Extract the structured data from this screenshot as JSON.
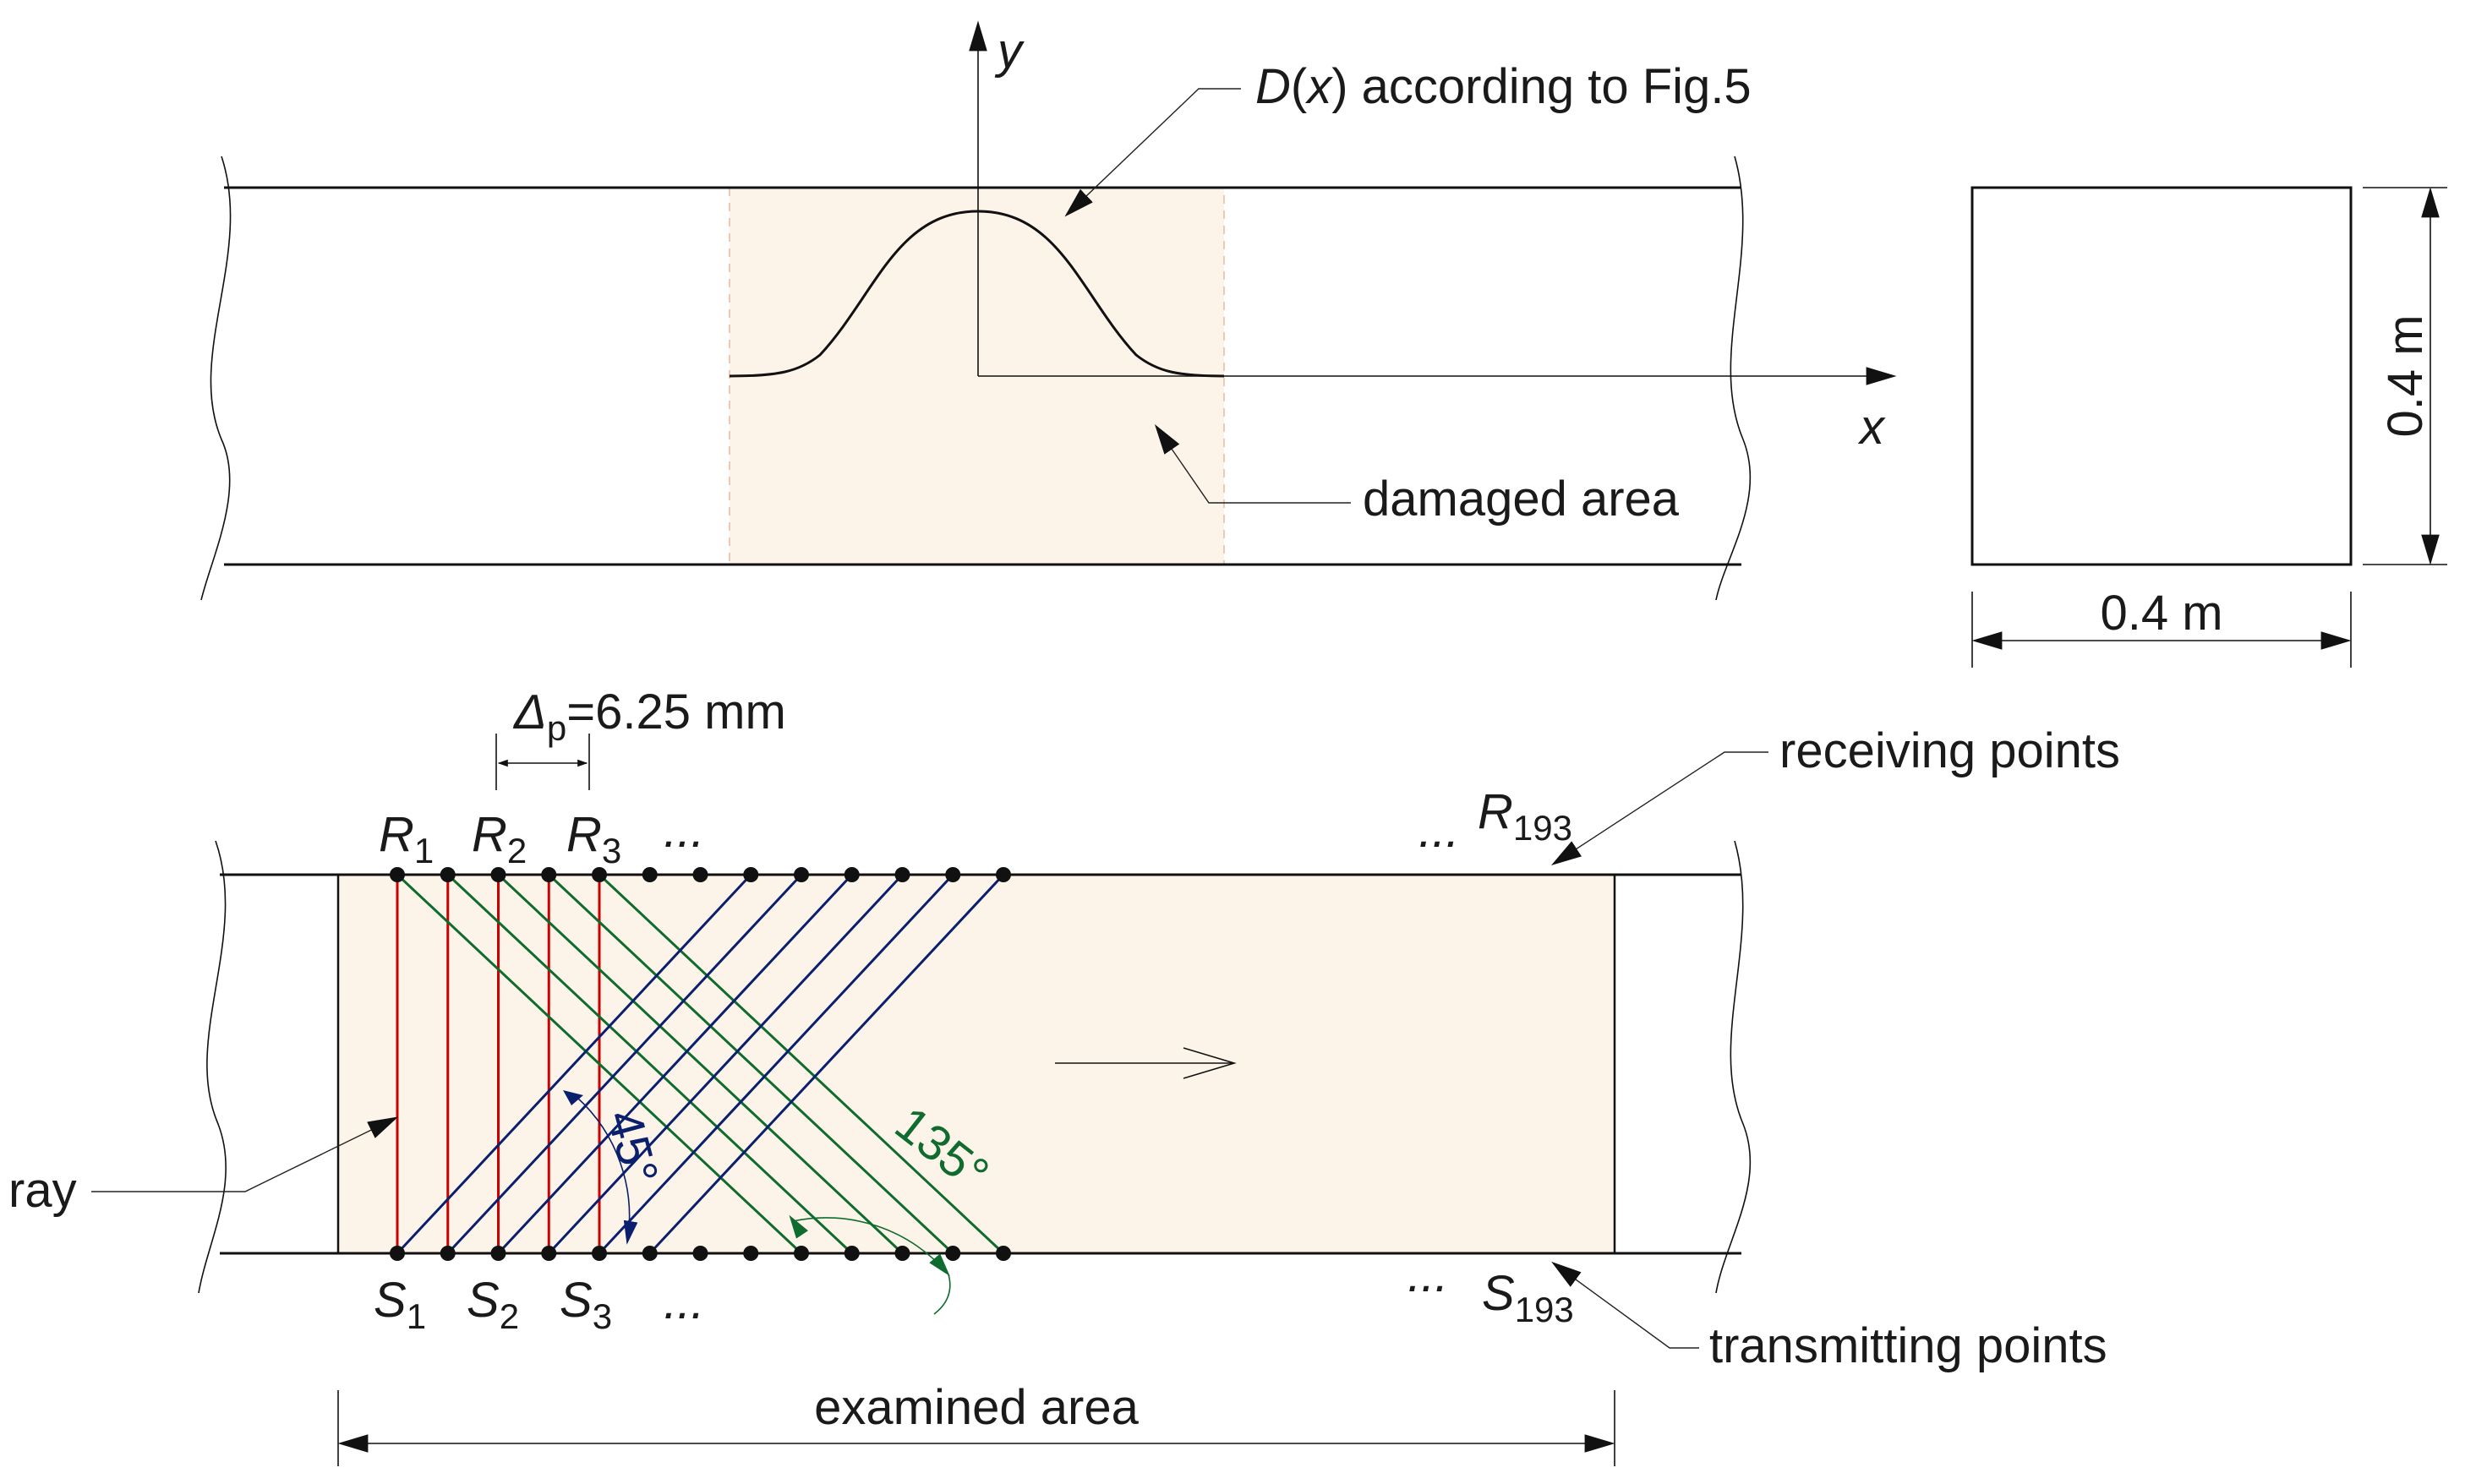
{
  "colors": {
    "damage_fill": "#fdf4e9",
    "ray_vertical": "#cc0000",
    "ray_45": "#0a1f6e",
    "ray_135": "#0f6b2e",
    "line": "#111111"
  },
  "top": {
    "y_axis": "y",
    "x_axis": "x",
    "curve_label_func": "D",
    "curve_label_arg": "x",
    "curve_label_rest": " according to Fig.5",
    "damaged_area": "damaged area"
  },
  "section": {
    "height": "0.4 m",
    "width": "0.4 m"
  },
  "bottom": {
    "delta_symbol": "Δ",
    "delta_sub": "p",
    "delta_value": "=6.25 mm",
    "receiving_points": "receiving points",
    "transmitting_points": "transmitting points",
    "ray": "ray",
    "angle_45": "45°",
    "angle_135": "135°",
    "examined_area": "examined area",
    "ellipsis": "...",
    "receivers": [
      {
        "letter": "R",
        "sub": "1"
      },
      {
        "letter": "R",
        "sub": "2"
      },
      {
        "letter": "R",
        "sub": "3"
      },
      {
        "letter": "R",
        "sub": "193"
      }
    ],
    "transmitters": [
      {
        "letter": "S",
        "sub": "1"
      },
      {
        "letter": "S",
        "sub": "2"
      },
      {
        "letter": "S",
        "sub": "3"
      },
      {
        "letter": "S",
        "sub": "193"
      }
    ]
  }
}
